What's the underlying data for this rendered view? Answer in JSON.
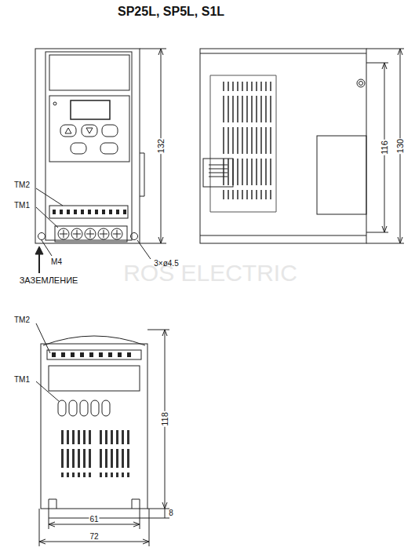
{
  "diagram": {
    "title": "SP25L, SP5L, S1L",
    "labels": [
      "TM2",
      "TM1",
      "M4",
      "3×ø4.5",
      "ЗАЗЕМЛЕНИЕ",
      "132",
      "116",
      "130",
      "ROS ELECTRIC",
      "TM2",
      "TM1",
      "118",
      "8",
      "61",
      "72"
    ]
  }
}
